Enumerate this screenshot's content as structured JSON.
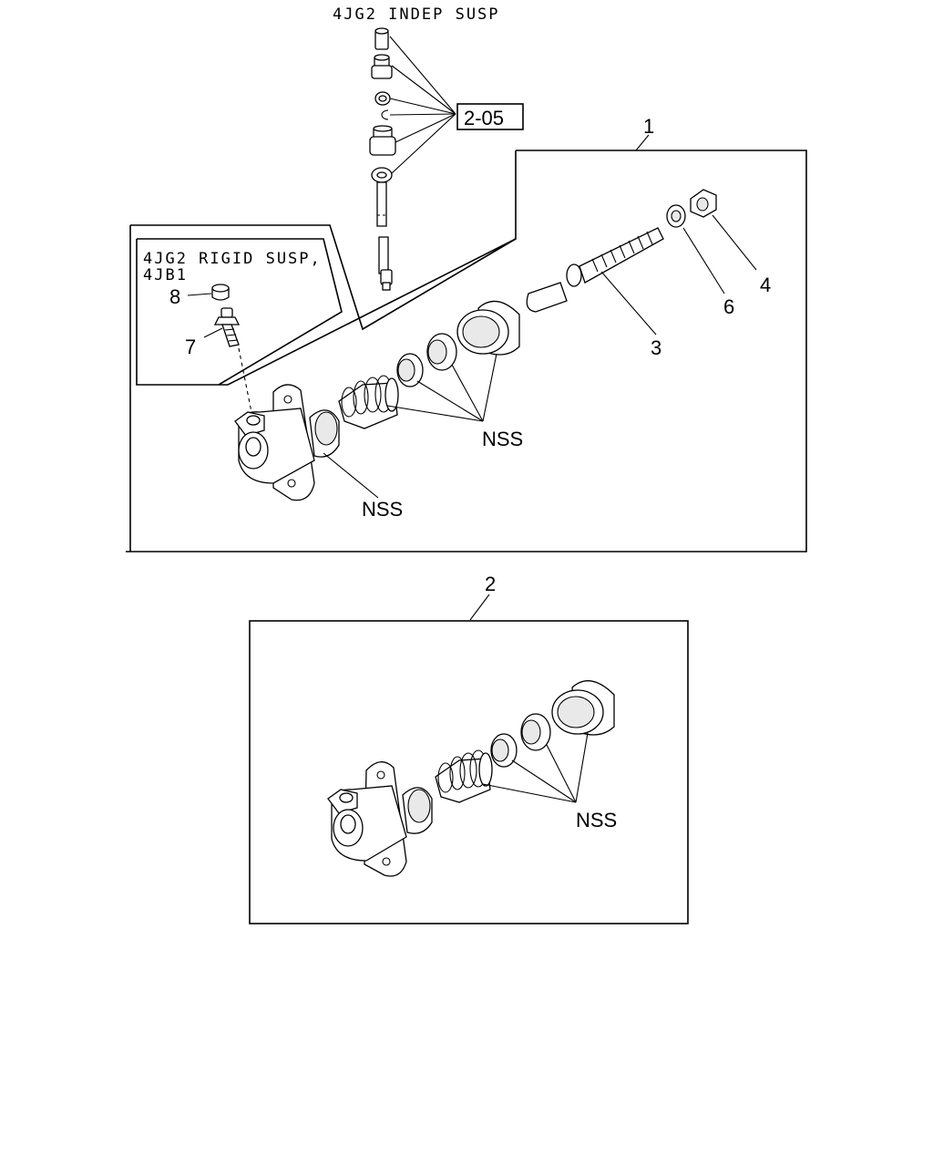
{
  "diagram": {
    "header_title": "4JG2 INDEP SUSP",
    "ref_box_label": "2-05",
    "rigid_note_line1": "4JG2 RIGID SUSP,",
    "rigid_note_line2": "4JB1",
    "assembly1_callout": "1",
    "assembly2_callout": "2",
    "callouts": {
      "push_rod": "3",
      "nut_outer": "4",
      "nut_inner": "6",
      "bleeder_screw": "7",
      "bleeder_cap": "8"
    },
    "nss_body_upper": "NSS",
    "nss_seals_upper": "NSS",
    "nss_seals_lower": "NSS"
  }
}
